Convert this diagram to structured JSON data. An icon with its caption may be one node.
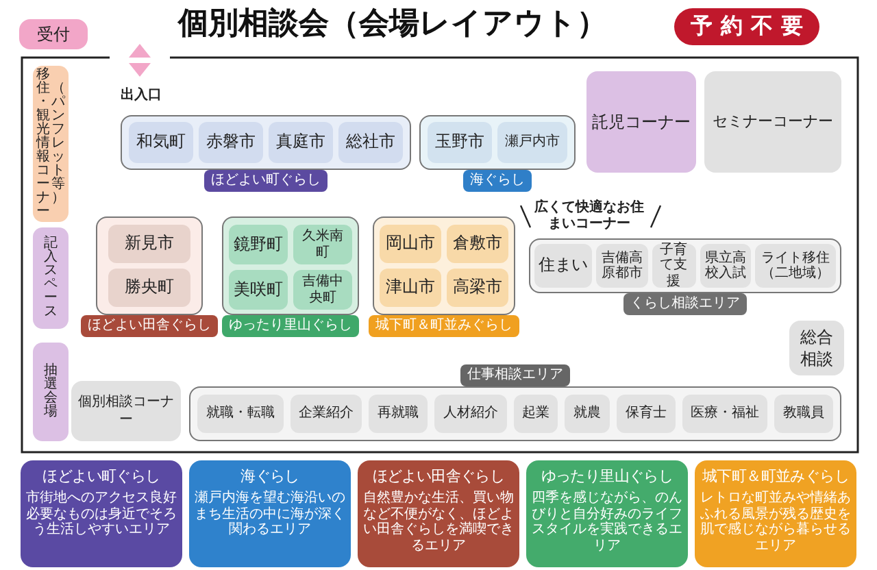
{
  "diagram": {
    "title": "個別相談会（会場レイアウト）",
    "nodes": [
      {
        "text": [
          "受付"
        ]
      },
      {
        "text": [
          "移住・観光情報コーナー",
          "（パンフレット等）"
        ]
      },
      {
        "text": [
          "記入スペース"
        ]
      },
      {
        "text": [
          "抽選会場"
        ]
      },
      {
        "text": [
          "ほどよい町ぐらし"
        ]
      },
      {
        "text": [
          "和気町"
        ],
        "in": 4
      },
      {
        "text": [
          "赤磐市"
        ],
        "in": 4
      },
      {
        "text": [
          "真庭市"
        ],
        "in": 4
      },
      {
        "text": [
          "総社市"
        ],
        "in": 4
      },
      {
        "text": [
          "海ぐらし"
        ]
      },
      {
        "text": [
          "玉野市"
        ],
        "in": 9
      },
      {
        "text": [
          "瀬戸内市"
        ],
        "in": 9
      },
      {
        "text": [
          "託児コーナー"
        ]
      },
      {
        "text": [
          "セミナーコーナー"
        ]
      },
      {
        "text": [
          "ほどよい田舎ぐらし"
        ]
      },
      {
        "text": [
          "新見市"
        ],
        "in": 14
      },
      {
        "text": [
          "勝央町"
        ],
        "in": 14
      },
      {
        "text": [
          "ゆったり里山ぐらし"
        ]
      },
      {
        "text": [
          "鏡野町"
        ],
        "in": 17
      },
      {
        "text": [
          "久米南町"
        ],
        "in": 17
      },
      {
        "text": [
          "美咲町"
        ],
        "in": 17
      },
      {
        "text": [
          "吉備中央町"
        ],
        "in": 17
      },
      {
        "text": [
          "城下町＆町並みぐらし"
        ]
      },
      {
        "text": [
          "岡山市"
        ],
        "in": 22
      },
      {
        "text": [
          "倉敷市"
        ],
        "in": 22
      },
      {
        "text": [
          "津山市"
        ],
        "in": 22
      },
      {
        "text": [
          "高梁市"
        ],
        "in": 22
      },
      {
        "text": [
          "くらし相談エリア"
        ]
      },
      {
        "text": [
          "住まい"
        ],
        "in": 27
      },
      {
        "text": [
          "吉備高原都市"
        ],
        "in": 27
      },
      {
        "text": [
          "子育て支援"
        ],
        "in": 27
      },
      {
        "text": [
          "県立高校入試"
        ],
        "in": 27
      },
      {
        "text": [
          "ライト移住（二地域）"
        ],
        "in": 27
      },
      {
        "text": [
          "総合相談"
        ]
      },
      {
        "text": [
          "個別相談コーナー"
        ]
      },
      {
        "text": [
          "仕事相談エリア"
        ]
      },
      {
        "text": [
          "就職・転職"
        ],
        "in": 35
      },
      {
        "text": [
          "企業紹介"
        ],
        "in": 35
      },
      {
        "text": [
          "再就職"
        ],
        "in": 35
      },
      {
        "text": [
          "人材紹介"
        ],
        "in": 35
      },
      {
        "text": [
          "起業"
        ],
        "in": 35
      },
      {
        "text": [
          "就農"
        ],
        "in": 35
      },
      {
        "text": [
          "保育士"
        ],
        "in": 35
      },
      {
        "text": [
          "医療・福祉"
        ],
        "in": 35
      },
      {
        "text": [
          "教職員"
        ],
        "in": 35
      },
      {
        "text": [
          "ほどよい町ぐらし",
          "市街地へのアクセス良好必要なものは身近でそろう生活しやすいエリア"
        ]
      },
      {
        "text": [
          "海ぐらし",
          "瀬戸内海を望む海沿いのまち生活の中に海が深く関わるエリア"
        ]
      },
      {
        "text": [
          "ほどよい田舎ぐらし",
          "自然豊かな生活、買い物など不便がなく、ほどよい田舎ぐらしを満喫できるエリア"
        ]
      },
      {
        "text": [
          "ゆったり里山ぐらし",
          "四季を感じながら、のんびりと自分好みのライフスタイルを実践できるエリア"
        ]
      },
      {
        "text": [
          "城下町＆町並みぐらし",
          "レトロな町並みや情緒あふれる風景が残る歴史を肌で感じながら暮らせるエリア"
        ]
      }
    ],
    "labels": [
      "予約不要",
      "出入口",
      "広くて快適なお住まいコーナー"
    ]
  }
}
